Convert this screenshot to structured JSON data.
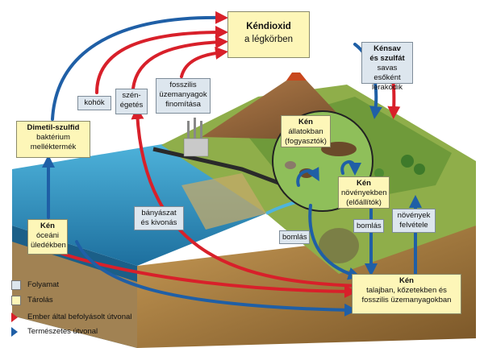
{
  "colors": {
    "human_path": "#d8202a",
    "natural_path": "#1f5fa6",
    "store_fill": "#fdf6b8",
    "process_fill": "#dde6ee",
    "water": "#2a8fc3",
    "land": "#9b7a3e",
    "grass": "#6f9a3a"
  },
  "stores": {
    "atmosphere": {
      "line1": "Kéndioxid",
      "line2": "a légkörben"
    },
    "dms": {
      "line1": "Dimetil-szulfid",
      "line2": "baktérium",
      "line3": "melléktermék"
    },
    "animals": {
      "line1": "Kén",
      "line2": "állatokban",
      "line3": "(fogyasztók)"
    },
    "plants": {
      "line1": "Kén",
      "line2": "növényekben",
      "line3": "(előállítók)"
    },
    "ocean": {
      "line1": "Kén",
      "line2": "óceáni",
      "line3": "üledékben"
    },
    "soil": {
      "line1": "Kén",
      "line2": "talajban, kőzetekben és",
      "line3": "fosszilis üzemanyagokban"
    }
  },
  "processes": {
    "acid": {
      "line1": "Kénsav",
      "line2": "és szulfát",
      "line3": "savas esőként",
      "line4": "lerakódik"
    },
    "smelters": "kohók",
    "coal": {
      "line1": "szén-",
      "line2": "égetés"
    },
    "refining": {
      "line1": "fosszilis",
      "line2": "üzemanyagok",
      "line3": "finomítása"
    },
    "mining": {
      "line1": "bányászat",
      "line2": "és kivonás"
    },
    "decomp_left": "bomlás",
    "decomp_right": "bomlás",
    "uptake": {
      "line1": "növények",
      "line2": "felvétele"
    }
  },
  "legend": {
    "process": "Folyamat",
    "storage": "Tárolás",
    "human": "Ember által befolyásolt útvonal",
    "natural": "Természetes útvonal"
  }
}
